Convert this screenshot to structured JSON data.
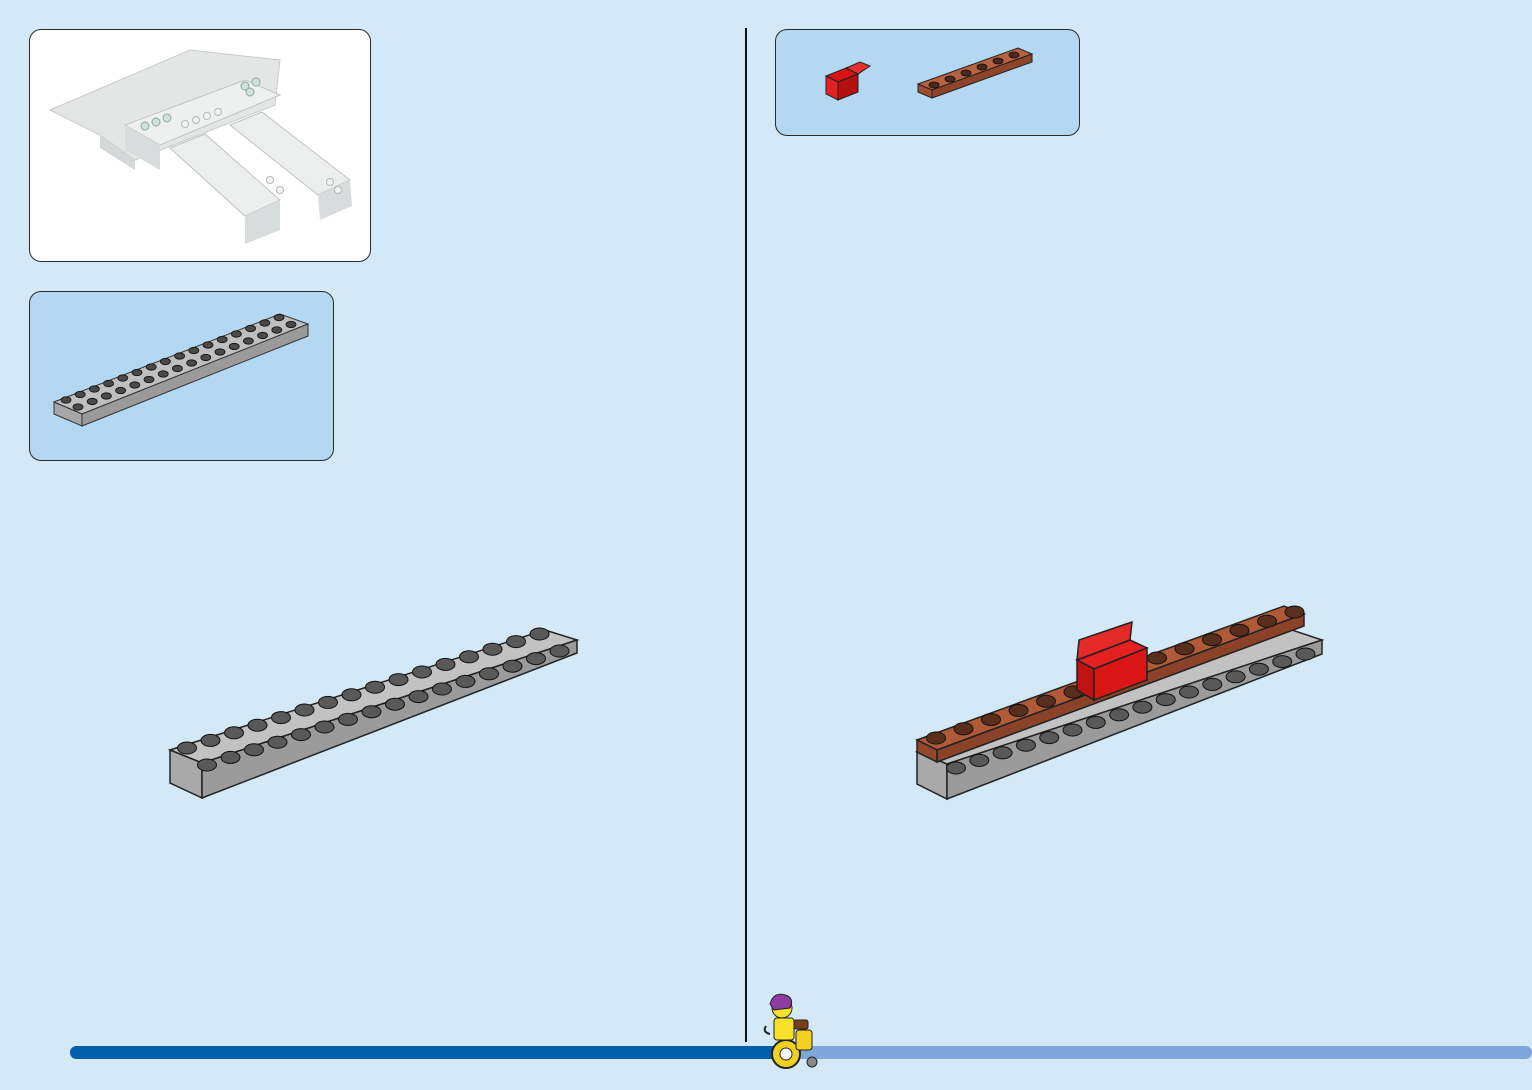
{
  "page": {
    "background": "#d3e9f8",
    "divider_color": "#111111"
  },
  "left": {
    "reference_panel": {
      "background": "#ffffff",
      "icon": "completed-submodel-image"
    },
    "parts_panel": {
      "background": "#b4d7f2",
      "parts": [
        {
          "icon": "plate-2x16-light-gray",
          "color": "#9e9e9e"
        }
      ]
    },
    "build_step": {
      "icon": "plate-2x16-light-gray",
      "color": "#9e9e9e"
    }
  },
  "right": {
    "parts_panel": {
      "background": "#b4d7f2",
      "parts": [
        {
          "icon": "panel-1x2x1-red",
          "color": "#cc1010"
        },
        {
          "icon": "plate-1x6-reddish-brown",
          "color": "#a55536"
        }
      ]
    },
    "build_step": {
      "icon": "assembled-plates-with-red-panel",
      "colors": [
        "#9e9e9e",
        "#a55536",
        "#cc1010"
      ]
    }
  },
  "footer": {
    "progress": 0.5,
    "fill_color": "#005eab",
    "track_color": "#7fa6d9",
    "mascot_icon": "minifigure-in-wheelchair"
  }
}
